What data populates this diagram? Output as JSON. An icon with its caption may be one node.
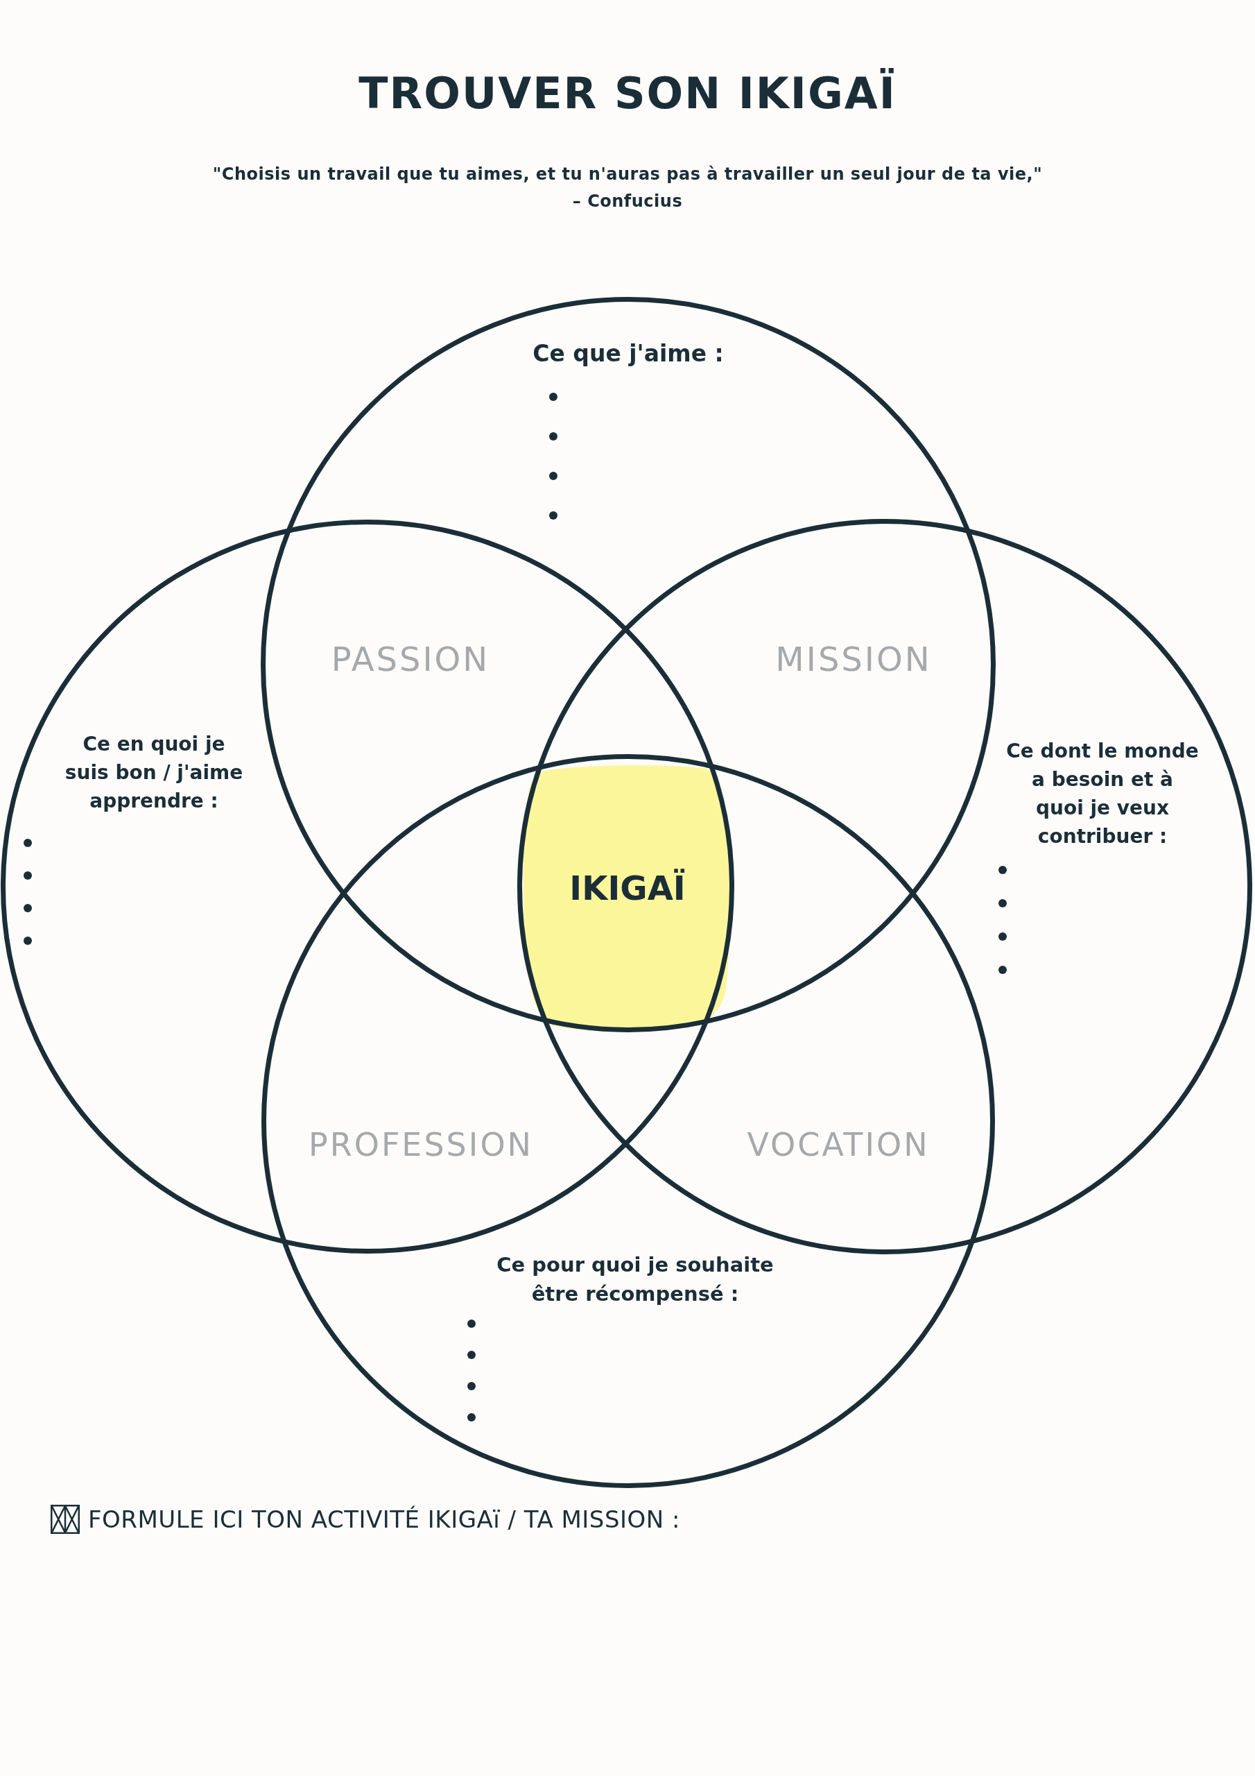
{
  "diagram": {
    "title": "TROUVER SON IKIGAÏ",
    "nodes": [
      {
        "text": [
          "Ce que j'aime :"
        ]
      },
      {
        "text": [
          "Ce en quoi je suis bon / j'aime apprendre :"
        ]
      },
      {
        "text": [
          "Ce dont le monde a besoin et à quoi je veux contribuer :"
        ]
      },
      {
        "text": [
          "IKIGAÏ"
        ]
      },
      {
        "text": [
          "Ce pour quoi je souhaite être récompensé :"
        ]
      }
    ],
    "labels": [
      "\"Choisis un travail que tu aimes, et tu n'auras pas à travailler un seul jour de ta vie,\"",
      "– Confucius",
      "PASSION",
      "MISSION",
      "PROFESSION",
      "VOCATION",
      "FORMULE ICI TON ACTIVITÉ IKIGAï / TA MISSION :"
    ]
  }
}
